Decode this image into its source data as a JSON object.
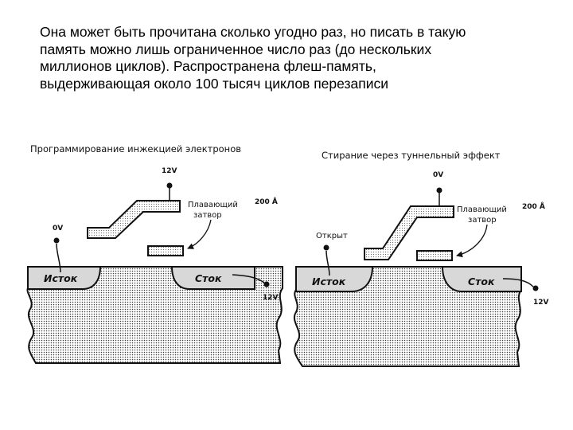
{
  "intro_lines": [
    "Она может быть прочитана сколько угодно раз, но писать в такую",
    "память можно лишь ограниченное число раз (до нескольких",
    "миллионов циклов). Распространена флеш-память,",
    "выдерживающая около 100 тысяч циклов перезаписи"
  ],
  "left_diagram": {
    "caption": "Программирование инжекцией электронов",
    "gate_voltage": "12V",
    "source_voltage": "0V",
    "drain_voltage": "12V",
    "floating_gate_label_1": "Плавающий",
    "floating_gate_label_2": "затвор",
    "thickness": "200 Å",
    "source_label": "Исток",
    "drain_label": "Сток"
  },
  "right_diagram": {
    "caption": "Стирание через туннельный эффект",
    "gate_voltage": "0V",
    "source_state": "Открыт",
    "drain_voltage": "12V",
    "floating_gate_label_1": "Плавающий",
    "floating_gate_label_2": "затвор",
    "thickness": "200 Å",
    "source_label": "Исток",
    "drain_label": "Сток"
  }
}
